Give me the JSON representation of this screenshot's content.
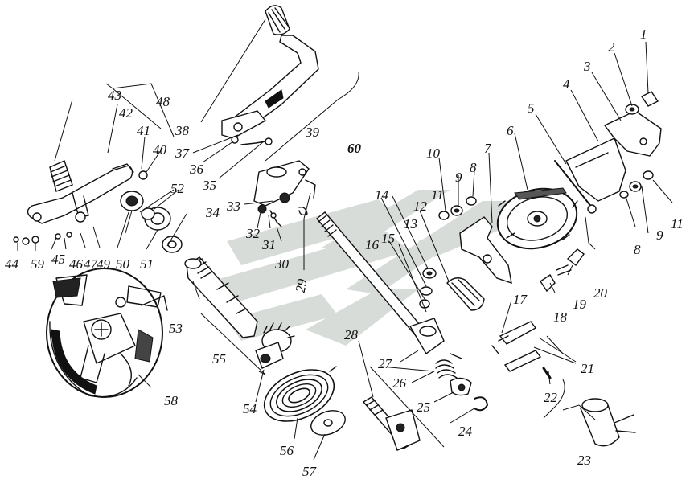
{
  "diagram": {
    "callouts": [
      {
        "id": "l1",
        "text": "1"
      },
      {
        "id": "l2",
        "text": "2"
      },
      {
        "id": "l3",
        "text": "3"
      },
      {
        "id": "l4",
        "text": "4"
      },
      {
        "id": "l5",
        "text": "5"
      },
      {
        "id": "l6",
        "text": "6"
      },
      {
        "id": "l7",
        "text": "7"
      },
      {
        "id": "l8a",
        "text": "8"
      },
      {
        "id": "l8b",
        "text": "8"
      },
      {
        "id": "l9a",
        "text": "9"
      },
      {
        "id": "l9b",
        "text": "9"
      },
      {
        "id": "l10",
        "text": "10"
      },
      {
        "id": "l11a",
        "text": "11"
      },
      {
        "id": "l11b",
        "text": "11"
      },
      {
        "id": "l12",
        "text": "12"
      },
      {
        "id": "l13",
        "text": "13"
      },
      {
        "id": "l14",
        "text": "14"
      },
      {
        "id": "l15",
        "text": "15"
      },
      {
        "id": "l16",
        "text": "16"
      },
      {
        "id": "l17",
        "text": "17"
      },
      {
        "id": "l18",
        "text": "18"
      },
      {
        "id": "l19",
        "text": "19"
      },
      {
        "id": "l20",
        "text": "20"
      },
      {
        "id": "l21",
        "text": "21"
      },
      {
        "id": "l22",
        "text": "22"
      },
      {
        "id": "l23",
        "text": "23"
      },
      {
        "id": "l24",
        "text": "24"
      },
      {
        "id": "l25",
        "text": "25"
      },
      {
        "id": "l26",
        "text": "26"
      },
      {
        "id": "l27",
        "text": "27"
      },
      {
        "id": "l28",
        "text": "28"
      },
      {
        "id": "l29",
        "text": "29"
      },
      {
        "id": "l30",
        "text": "30"
      },
      {
        "id": "l31",
        "text": "31"
      },
      {
        "id": "l32",
        "text": "32"
      },
      {
        "id": "l33",
        "text": "33"
      },
      {
        "id": "l34",
        "text": "34"
      },
      {
        "id": "l35",
        "text": "35"
      },
      {
        "id": "l36",
        "text": "36"
      },
      {
        "id": "l37",
        "text": "37"
      },
      {
        "id": "l38",
        "text": "38"
      },
      {
        "id": "l39",
        "text": "39"
      },
      {
        "id": "l40",
        "text": "40"
      },
      {
        "id": "l41",
        "text": "41"
      },
      {
        "id": "l42",
        "text": "42"
      },
      {
        "id": "l43",
        "text": "43"
      },
      {
        "id": "l44",
        "text": "44"
      },
      {
        "id": "l45",
        "text": "45"
      },
      {
        "id": "l46",
        "text": "46"
      },
      {
        "id": "l47",
        "text": "47"
      },
      {
        "id": "l48",
        "text": "48"
      },
      {
        "id": "l49",
        "text": "49"
      },
      {
        "id": "l50",
        "text": "50"
      },
      {
        "id": "l51",
        "text": "51"
      },
      {
        "id": "l52",
        "text": "52"
      },
      {
        "id": "l53",
        "text": "53"
      },
      {
        "id": "l54",
        "text": "54"
      },
      {
        "id": "l55",
        "text": "55"
      },
      {
        "id": "l56",
        "text": "56"
      },
      {
        "id": "l57",
        "text": "57"
      },
      {
        "id": "l58",
        "text": "58"
      },
      {
        "id": "l59",
        "text": "59"
      },
      {
        "id": "l60",
        "text": "60"
      }
    ],
    "colors": {
      "ink": "#111111",
      "watermark": "#d7dcd8",
      "background": "#ffffff"
    }
  }
}
